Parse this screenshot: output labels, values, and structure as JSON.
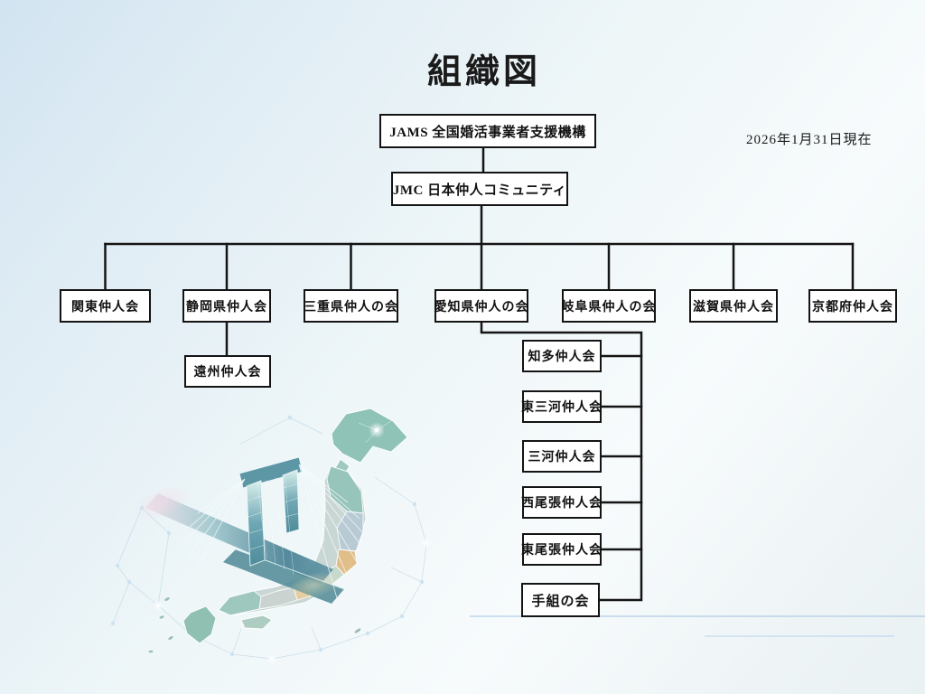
{
  "page": {
    "title": "組織図",
    "as_of_date": "2026年1月31日現在"
  },
  "org": {
    "root": {
      "label": "JAMS 全国婚活事業者支援機構"
    },
    "community": {
      "label": "JMC 日本仲人コミュニティ"
    },
    "regions": [
      {
        "label": "関東仲人会"
      },
      {
        "label": "静岡県仲人会"
      },
      {
        "label": "三重県仲人の会"
      },
      {
        "label": "愛知県仲人の会"
      },
      {
        "label": "岐阜県仲人の会"
      },
      {
        "label": "滋賀県仲人会"
      },
      {
        "label": "京都府仲人会"
      }
    ],
    "shizuoka_children": [
      {
        "label": "遠州仲人会"
      }
    ],
    "aichi_children": [
      {
        "label": "知多仲人会"
      },
      {
        "label": "東三河仲人会"
      },
      {
        "label": "三河仲人会"
      },
      {
        "label": "西尾張仲人会"
      },
      {
        "label": "東尾張仲人会"
      },
      {
        "label": "手組の会"
      }
    ]
  },
  "colors": {
    "connector": "#141414",
    "box_border": "#141414",
    "box_fill": "#ffffff",
    "background_tint": "#d7e7f2",
    "artwork_teal": "#8fc3b8",
    "artwork_tan": "#e2bd85"
  }
}
